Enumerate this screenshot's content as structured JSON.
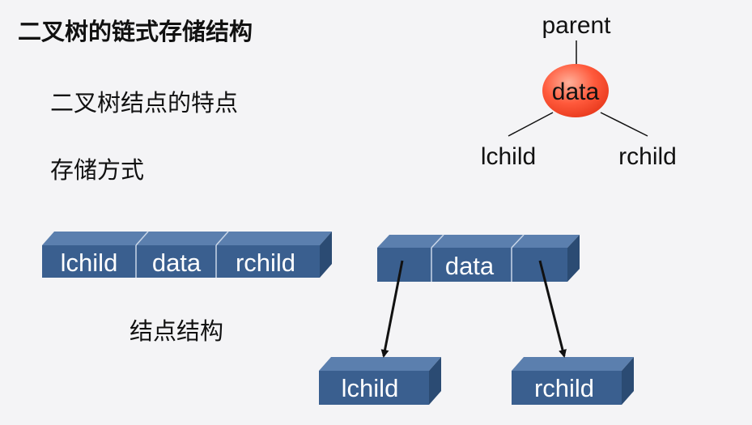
{
  "slide": {
    "title": "二叉树的链式存储结构",
    "point_1": "二叉树结点的特点",
    "point_2": "存储方式",
    "node_structure_caption": "结点结构"
  },
  "tree_diagram": {
    "parent_label": "parent",
    "node_label": "data",
    "lchild_label": "lchild",
    "rchild_label": "rchild"
  },
  "node_structure": {
    "cells": [
      "lchild",
      "data",
      "rchild"
    ]
  },
  "linked_example": {
    "middle_cell": "data",
    "left_child": "lchild",
    "right_child": "rchild"
  },
  "colors": {
    "box_front": "#3a5f8f",
    "box_top": "#5b7fae",
    "box_side": "#2b4b73",
    "node_fill": "#ff5a3c",
    "node_highlight": "#ffb09a",
    "arrow": "#111111"
  }
}
